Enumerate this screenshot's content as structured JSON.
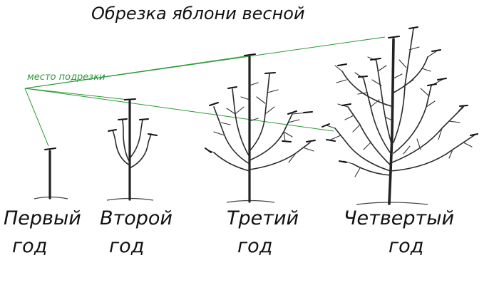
{
  "title": "Обрезка яблони весной",
  "cut_label": "место подрезки",
  "years": [
    {
      "line1": "Первый",
      "line2": "год"
    },
    {
      "line1": "Второй",
      "line2": "год"
    },
    {
      "line1": "Третий",
      "line2": "год"
    },
    {
      "line1": "Четвертый",
      "line2": "год"
    }
  ],
  "colors": {
    "pointer": "#2e9a3a",
    "ink": "#111111"
  }
}
